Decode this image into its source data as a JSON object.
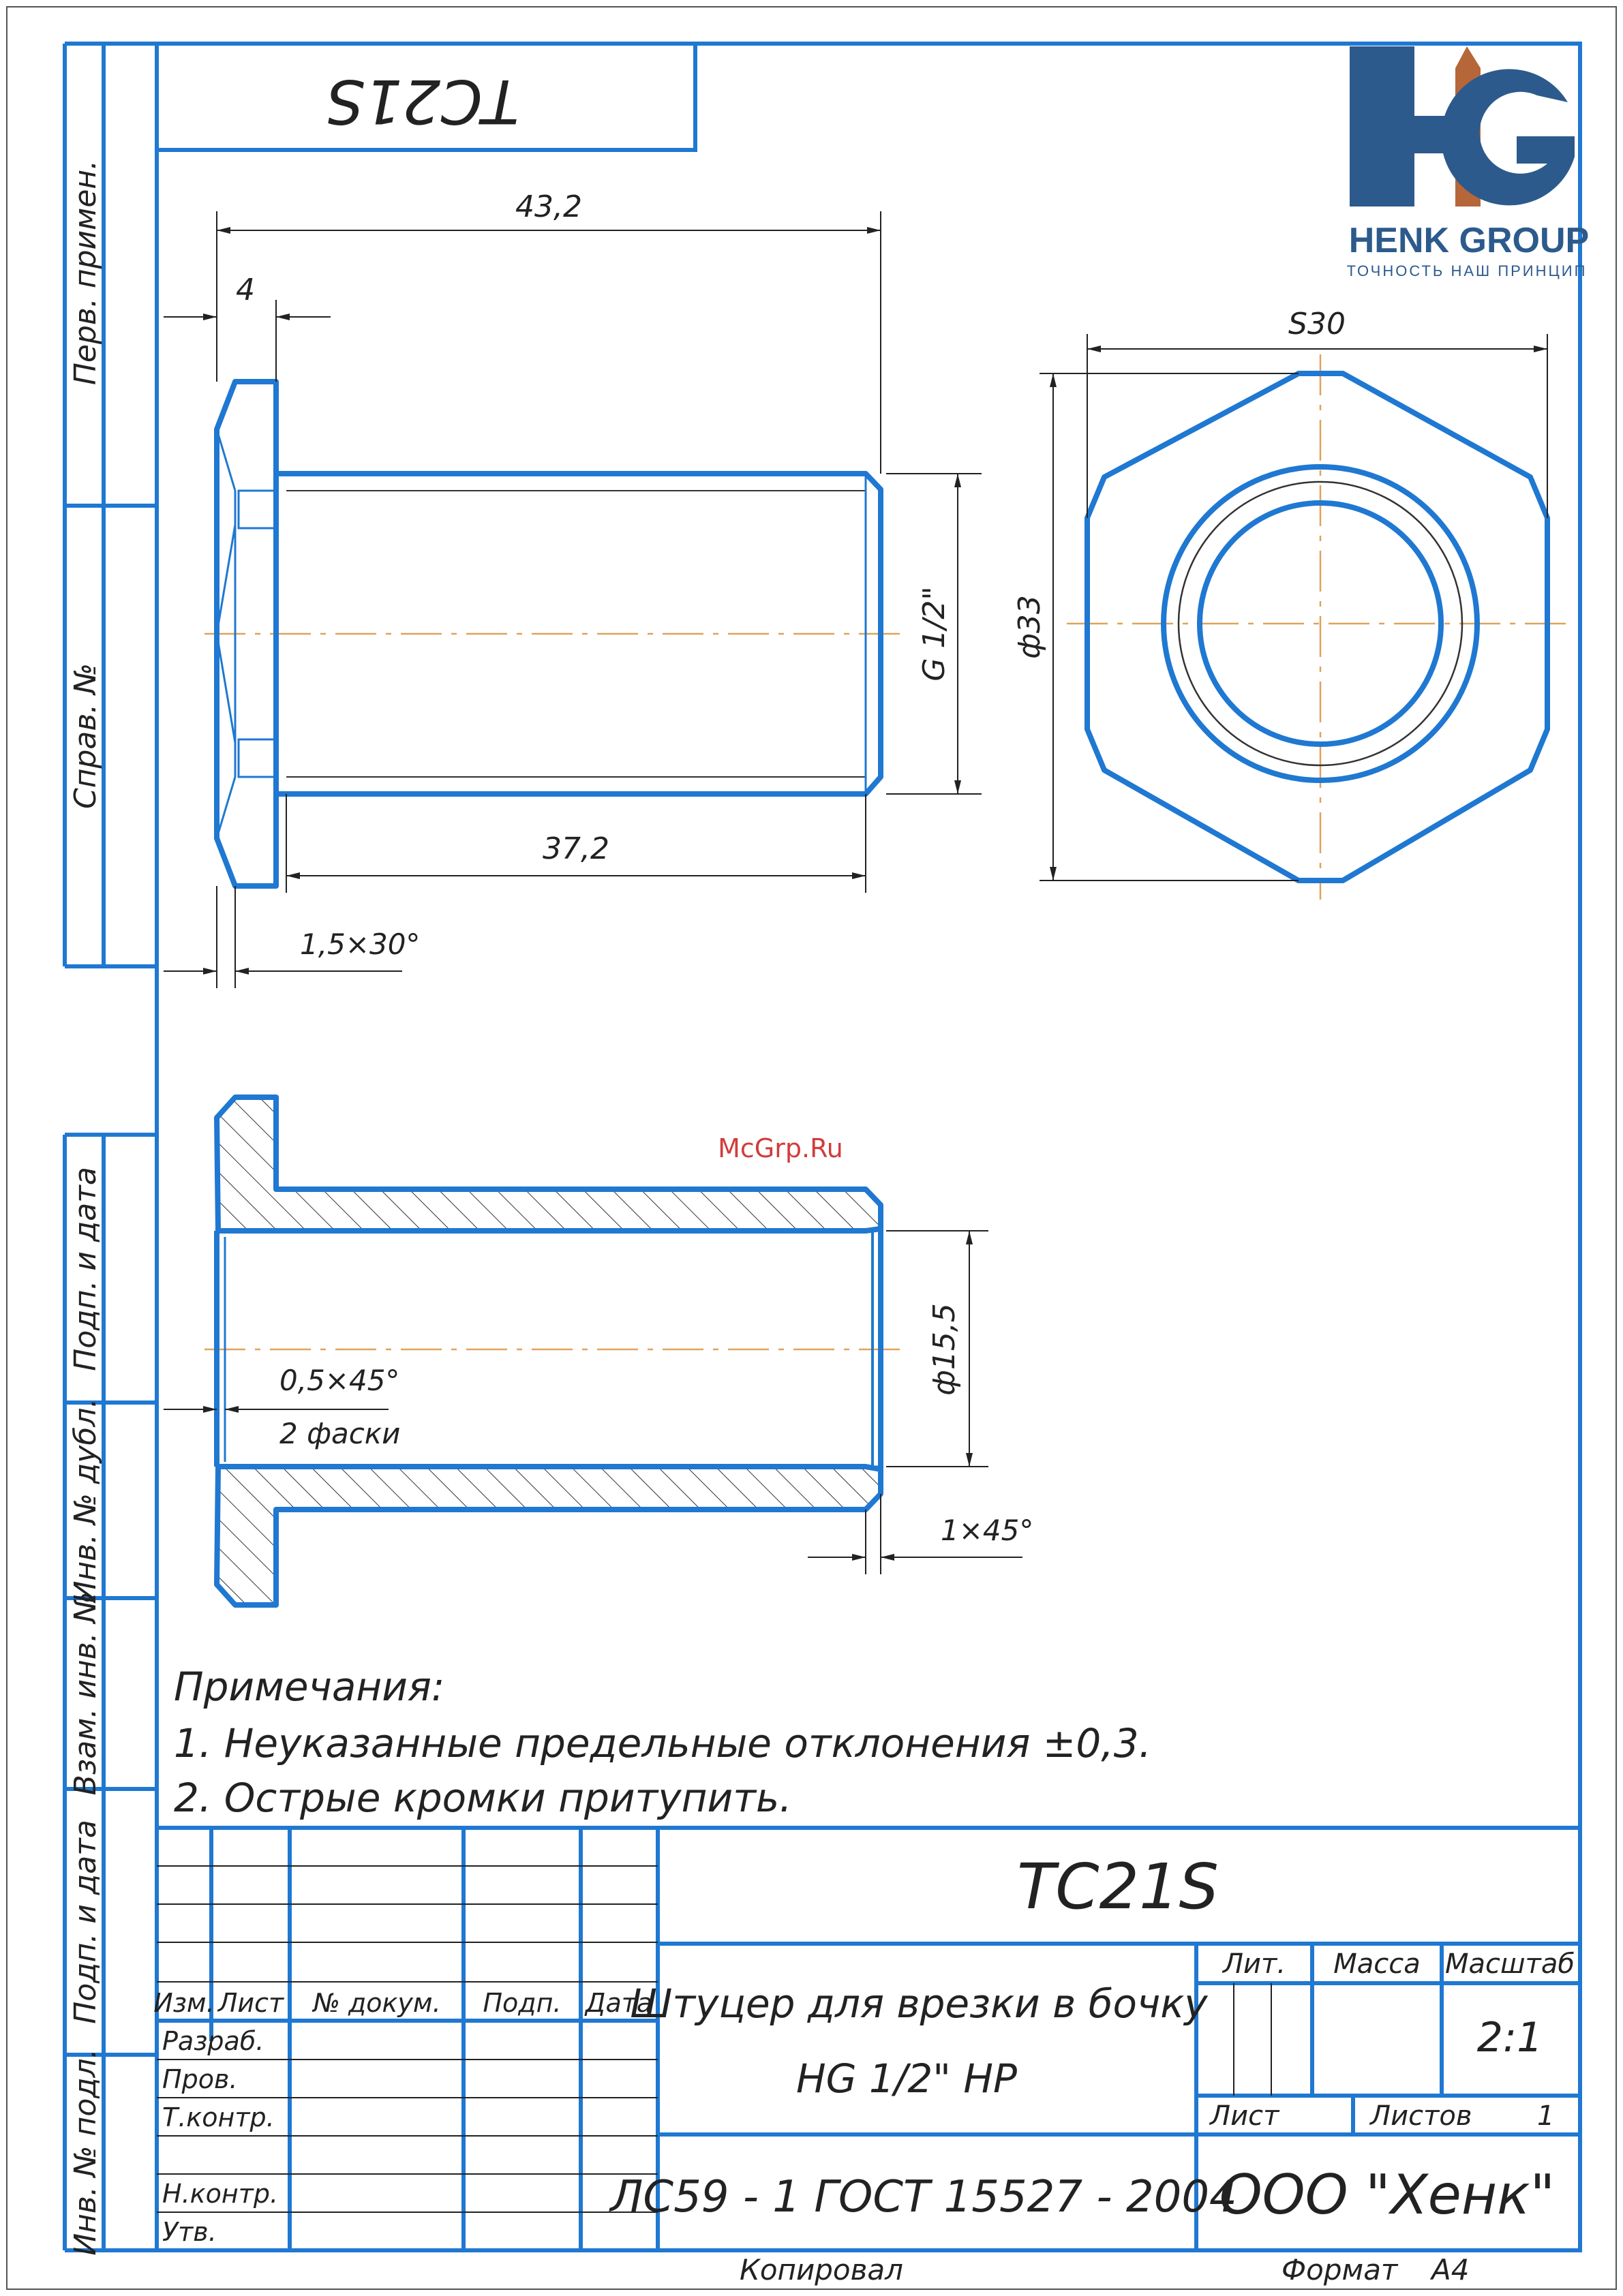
{
  "top_stamp": "TC21S",
  "logo": {
    "text": "HENK GROUP",
    "tagline": "ТОЧНОСТЬ НАШ ПРИНЦИП",
    "mark": "HG",
    "colors": {
      "blue": "#2c5a8c",
      "copper": "#b5673a"
    }
  },
  "watermark": "McGrp.Ru",
  "side_labels": [
    "Перв. примен.",
    "Справ. №",
    "Подп. и дата",
    "Инв. № дубл.",
    "Взам. инв. №",
    "Подп. и дата",
    "Инв. № подл."
  ],
  "dimensions": {
    "length_total": "43,2",
    "flange": "4",
    "thread": "G 1/2\"",
    "thread_length": "37,2",
    "chamfer_flange": "1,5×30°",
    "hex_size": "S30",
    "diam_outer": "ф33",
    "bore": "ф15,5",
    "chamfer_inner": "0,5×45°",
    "chamfer_inner_note": "2 фаски",
    "chamfer_end": "1×45°"
  },
  "notes": {
    "heading": "Примечания:",
    "items": [
      "1. Неуказанные предельные отклонения ±0,3.",
      "2. Острые кромки притупить."
    ]
  },
  "title_block": {
    "designation": "TC21S",
    "name_line1": "Штуцер для врезки в бочку",
    "name_line2": "HG 1/2\" HP",
    "material": "ЛС59 - 1 ГОСТ 15527 - 2004",
    "company": "ООО \"Хенк\"",
    "col_headers": [
      "Изм.",
      "Лист",
      "№ докум.",
      "Подп.",
      "Дата"
    ],
    "roles": [
      "Разраб.",
      "Пров.",
      "Т.контр.",
      "",
      "Н.контр.",
      "Утв."
    ],
    "lit": "Лит.",
    "mass": "Масса",
    "scale_label": "Масштаб",
    "scale": "2:1",
    "sheet_label": "Лист",
    "sheets_label": "Листов",
    "sheets": "1"
  },
  "footer": {
    "copied": "Копировал",
    "format_label": "Формат",
    "format": "A4"
  }
}
